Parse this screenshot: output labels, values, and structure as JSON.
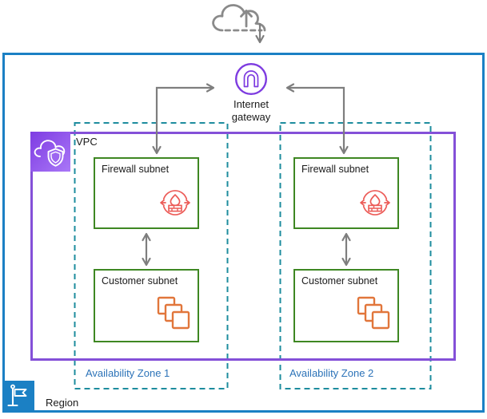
{
  "diagram": {
    "internet_gateway_label": "Internet gateway",
    "vpc_label": "VPC",
    "region_label": "Region",
    "zones": [
      {
        "label": "Availability Zone 1",
        "firewall_subnet_label": "Firewall subnet",
        "customer_subnet_label": "Customer subnet"
      },
      {
        "label": "Availability Zone 2",
        "firewall_subnet_label": "Firewall subnet",
        "customer_subnet_label": "Customer subnet"
      }
    ],
    "icons": {
      "internet": "internet-cloud-icon",
      "internet_gateway": "internet-gateway-icon",
      "vpc": "vpc-cloud-shield-icon",
      "region": "region-flag-icon",
      "firewall_subnet": "network-firewall-endpoint-icon",
      "customer_subnet": "instances-icon"
    },
    "colors": {
      "region_border": "#1B80C4",
      "region_fill": "#1B80C4",
      "vpc_border": "#8450D8",
      "az_border": "#1D8C9E",
      "az_label": "#2C73B8",
      "subnet_border": "#3E8722",
      "firewall_icon": "#EC5B57",
      "customer_icon": "#E1763B",
      "gateway_icon": "#7D3BE0",
      "arrow": "#7E7E7E",
      "cloud_icon": "#8A8A8A"
    }
  }
}
